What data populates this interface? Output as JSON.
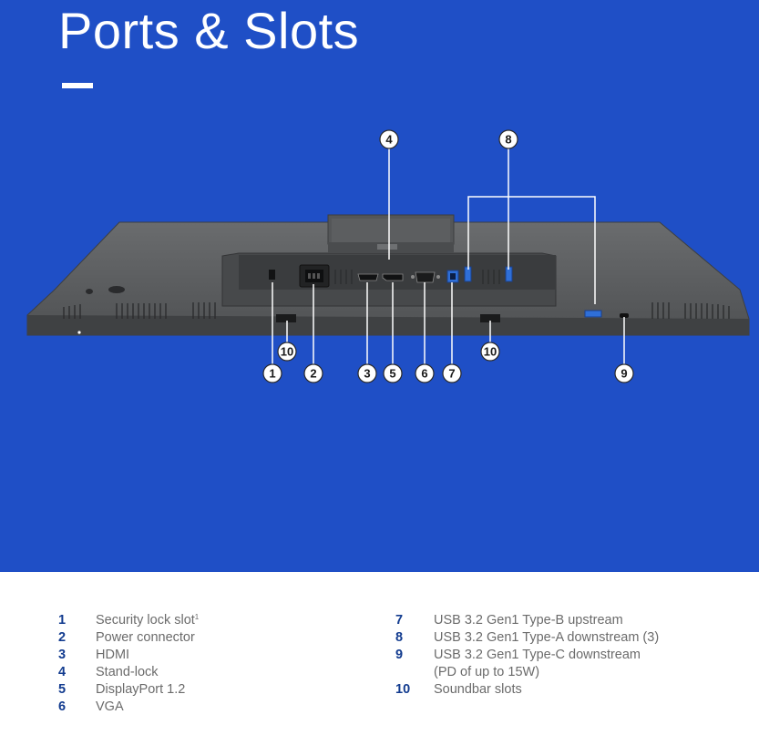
{
  "header": {
    "title": "Ports & Slots"
  },
  "callouts": [
    "1",
    "2",
    "3",
    "4",
    "5",
    "6",
    "7",
    "8",
    "9",
    "10",
    "10"
  ],
  "legend": {
    "left": [
      {
        "num": "1",
        "label": "Security lock slot",
        "sup": "1"
      },
      {
        "num": "2",
        "label": "Power connector"
      },
      {
        "num": "3",
        "label": "HDMI"
      },
      {
        "num": "4",
        "label": "Stand-lock"
      },
      {
        "num": "5",
        "label": "DisplayPort 1.2"
      },
      {
        "num": "6",
        "label": "VGA"
      }
    ],
    "right": [
      {
        "num": "7",
        "label": "USB 3.2 Gen1 Type-B upstream"
      },
      {
        "num": "8",
        "label": "USB 3.2 Gen1 Type-A downstream (3)"
      },
      {
        "num": "9",
        "label": "USB 3.2 Gen1 Type-C downstream",
        "cont": "(PD of up to 15W)"
      },
      {
        "num": "10",
        "label": "Soundbar slots"
      }
    ]
  },
  "colors": {
    "background": "#1f4fc6",
    "legend_number": "#123b8f",
    "legend_text": "#6b6b6b",
    "monitor": "#5d5f61"
  },
  "icons": [
    "security-lock-icon",
    "power-connector-icon",
    "hdmi-port-icon",
    "displayport-icon",
    "vga-port-icon",
    "usb-b-port-icon",
    "usb-a-port-icon",
    "usb-c-port-icon",
    "soundbar-slot-icon"
  ]
}
